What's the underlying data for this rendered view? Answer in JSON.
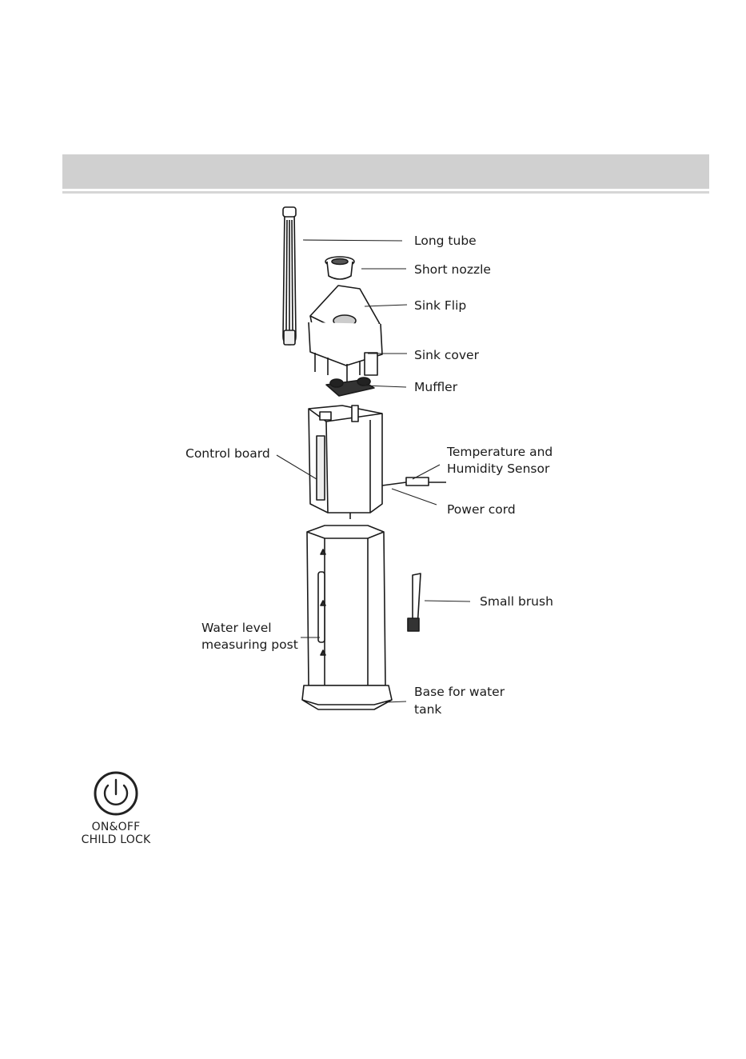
{
  "diagram": {
    "labels": {
      "long_tube": "Long tube",
      "short_nozzle": "Short nozzle",
      "sink_flip": "Sink Flip",
      "sink_cover": "Sink cover",
      "muffler": "Muffler",
      "control_board": "Control board",
      "temp_sensor_1": "Temperature and",
      "temp_sensor_2": "Humidity Sensor",
      "power_cord": "Power cord",
      "small_brush": "Small brush",
      "water_level_1": "Water level",
      "water_level_2": "measuring post",
      "base_1": "Base for water",
      "base_2": "tank"
    }
  },
  "power_button": {
    "icon": "power-icon",
    "line1": "ON&OFF",
    "line2": "CHILD LOCK"
  }
}
